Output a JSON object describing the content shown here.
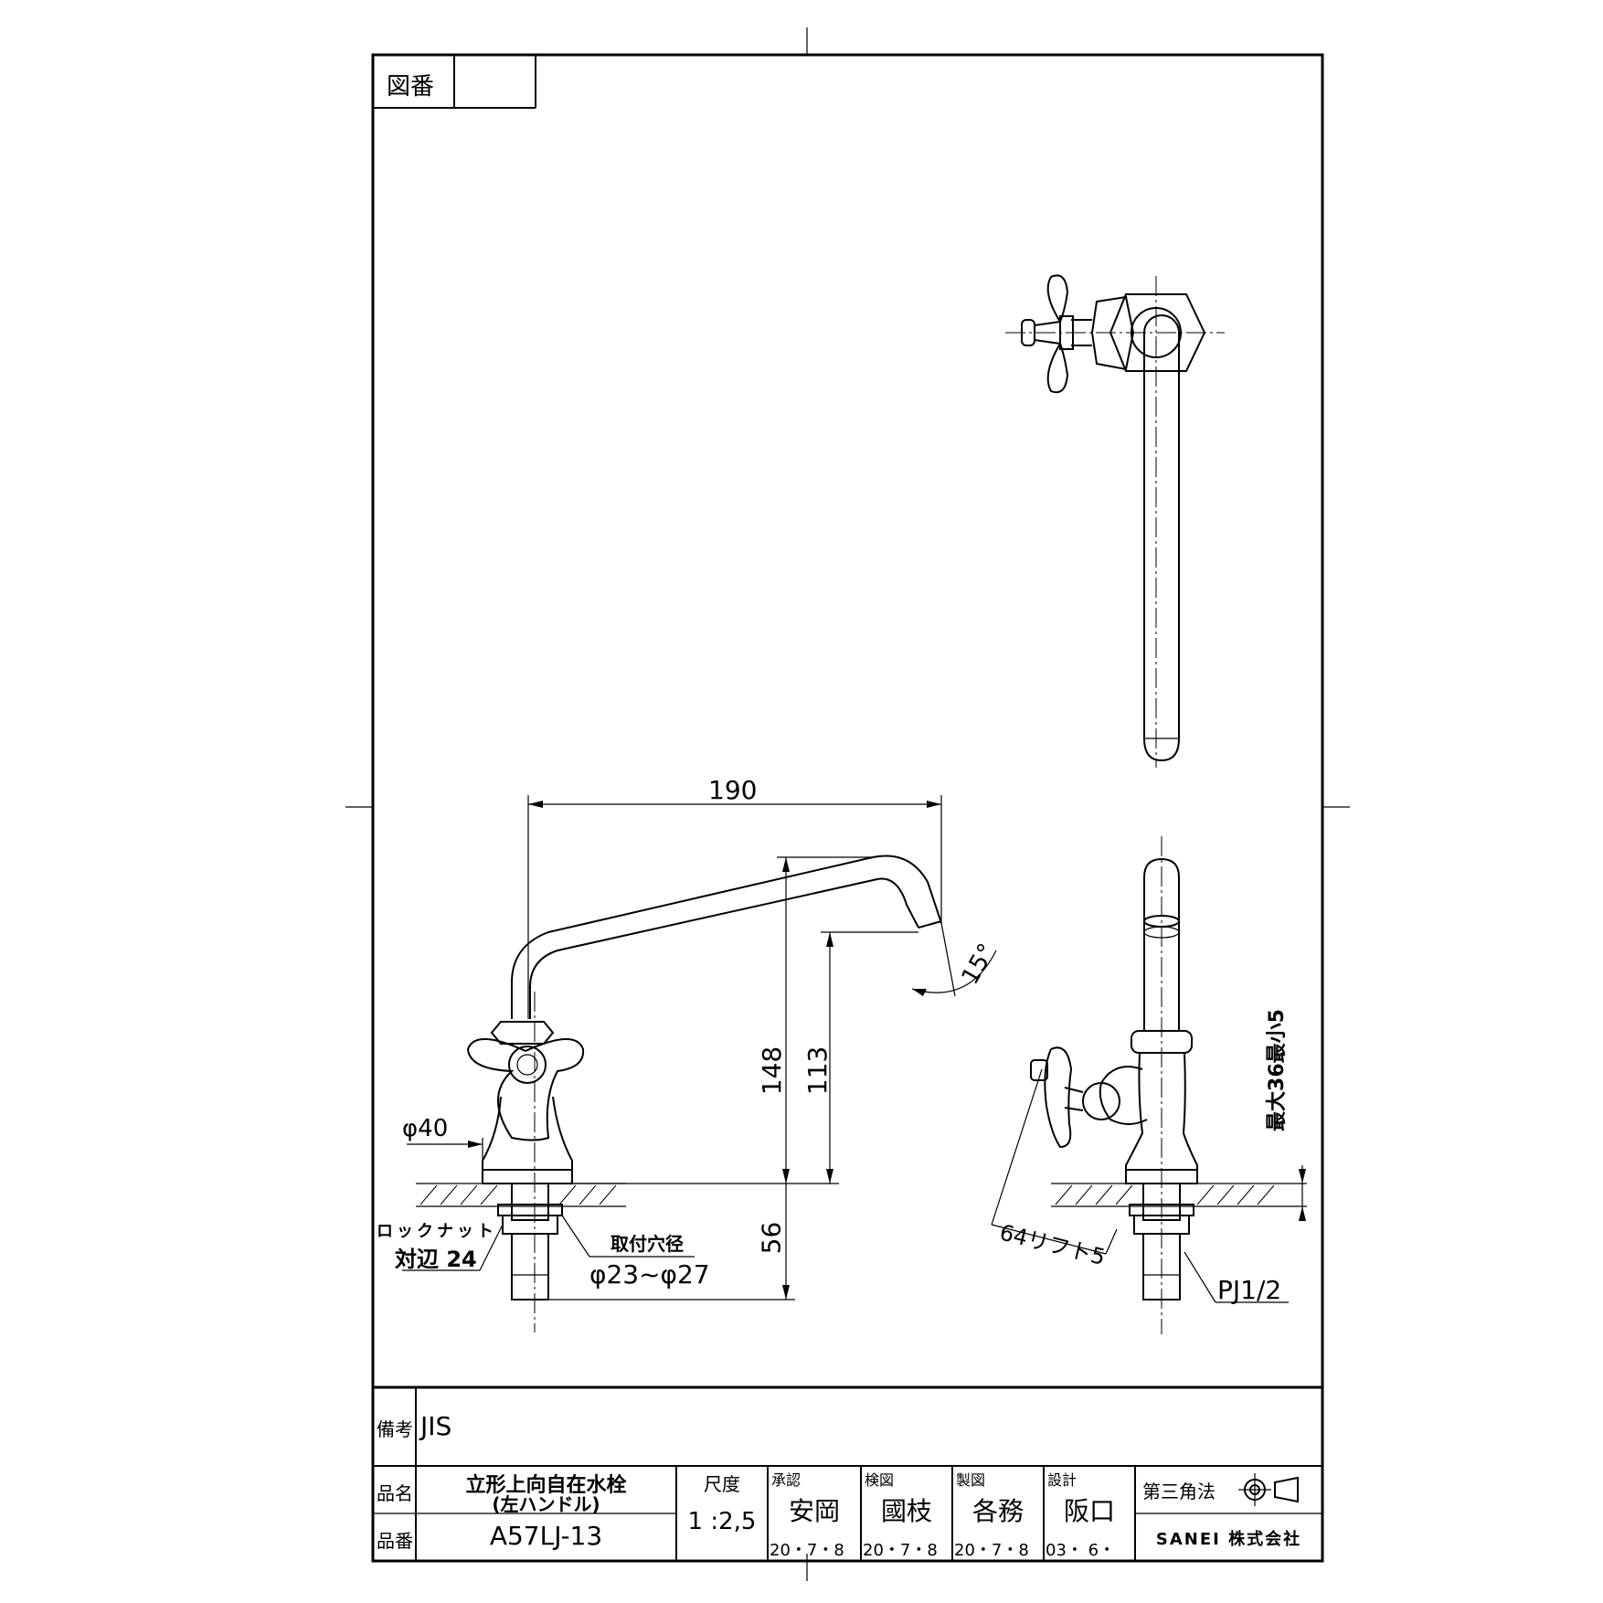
{
  "sheet": {
    "drawing_number_label": "図番",
    "drawing_number": ""
  },
  "dimensions": {
    "spout_reach": "190",
    "overall_height": "148",
    "spout_height": "113",
    "angle": "15°",
    "handle_dia": "φ40",
    "below_counter": "56",
    "locknut_label": "ロックナット",
    "locknut_size": "対辺 24",
    "mount_hole_label": "取付穴径",
    "mount_hole_range": "φ23~φ27",
    "handle_swing": "64リフト5",
    "counter_thickness": "最大36最小5",
    "thread": "PJ1/2"
  },
  "title_block": {
    "remarks_label": "備考",
    "remarks": "JIS",
    "name_label": "品名",
    "name_line1": "立形上向自在水栓",
    "name_line2": "(左ハンドル)",
    "number_label": "品番",
    "number": "A57LJ-13",
    "scale_label": "尺度",
    "scale": "1 :2,5",
    "approved_label": "承認",
    "approved_name": "安岡",
    "approved_date": "20・7・8",
    "checked_label": "検図",
    "checked_name": "國枝",
    "checked_date": "20・7・8",
    "drawn_label": "製図",
    "drawn_name": "各務",
    "drawn_date": "20・7・8",
    "design_label": "設計",
    "design_name": "阪口",
    "design_date": "03・ 6・",
    "projection": "第三角法",
    "company": "SANEI 株式会社"
  }
}
